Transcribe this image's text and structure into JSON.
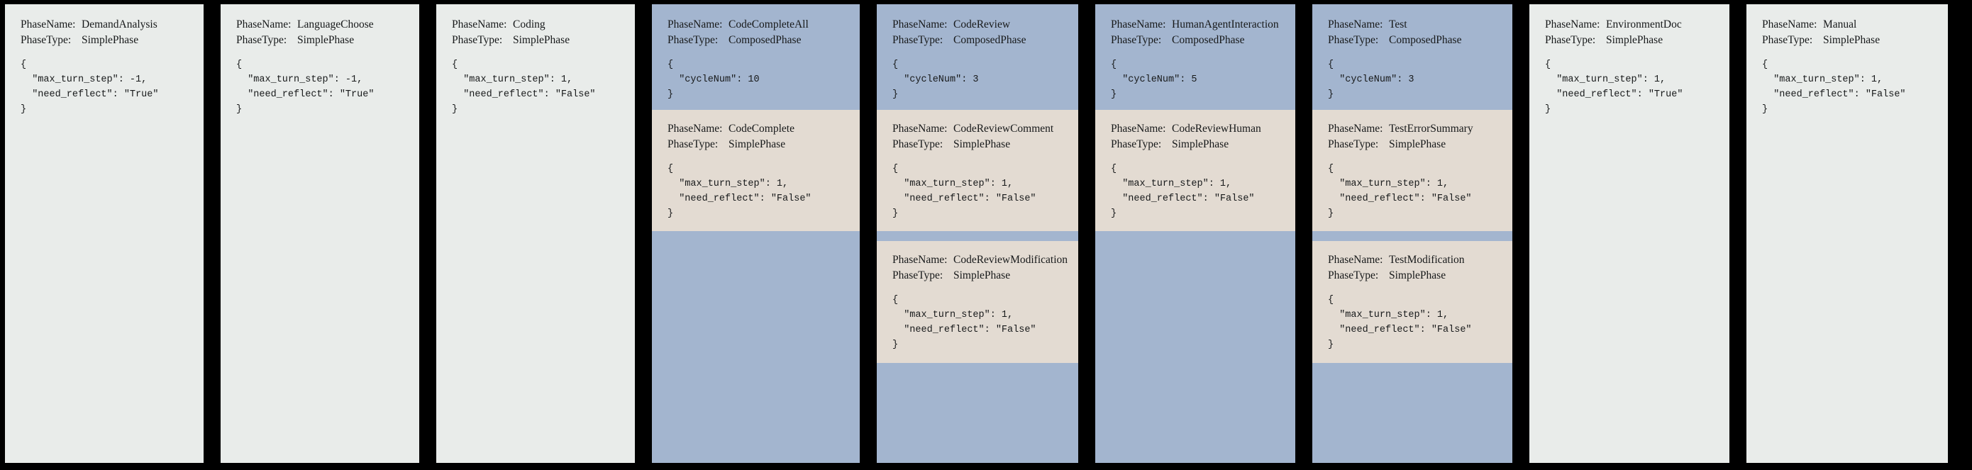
{
  "labels": {
    "phase_name": "PhaseName:",
    "phase_type": "PhaseType:"
  },
  "colors": {
    "background": "#000000",
    "simple_phase_bg": "#e9ecea",
    "composed_phase_bg": "#a3b5cf",
    "sub_phase_bg": "#e3dbd2",
    "text": "#17191a"
  },
  "columns": [
    {
      "phase_name": "DemandAnalysis",
      "phase_type": "SimplePhase",
      "config": "{\n  \"max_turn_step\": -1,\n  \"need_reflect\": \"True\"\n}",
      "sub_phases": []
    },
    {
      "phase_name": "LanguageChoose",
      "phase_type": "SimplePhase",
      "config": "{\n  \"max_turn_step\": -1,\n  \"need_reflect\": \"True\"\n}",
      "sub_phases": []
    },
    {
      "phase_name": "Coding",
      "phase_type": "SimplePhase",
      "config": "{\n  \"max_turn_step\": 1,\n  \"need_reflect\": \"False\"\n}",
      "sub_phases": []
    },
    {
      "phase_name": "CodeCompleteAll",
      "phase_type": "ComposedPhase",
      "config": "{\n  \"cycleNum\": 10\n}",
      "sub_phases": [
        {
          "phase_name": "CodeComplete",
          "phase_type": "SimplePhase",
          "config": "{\n  \"max_turn_step\": 1,\n  \"need_reflect\": \"False\"\n}"
        }
      ]
    },
    {
      "phase_name": "CodeReview",
      "phase_type": "ComposedPhase",
      "config": "{\n  \"cycleNum\": 3\n}",
      "sub_phases": [
        {
          "phase_name": "CodeReviewComment",
          "phase_type": "SimplePhase",
          "config": "{\n  \"max_turn_step\": 1,\n  \"need_reflect\": \"False\"\n}"
        },
        {
          "phase_name": "CodeReviewModification",
          "phase_type": "SimplePhase",
          "config": "{\n  \"max_turn_step\": 1,\n  \"need_reflect\": \"False\"\n}"
        }
      ]
    },
    {
      "phase_name": "HumanAgentInteraction",
      "phase_type": "ComposedPhase",
      "config": "{\n  \"cycleNum\": 5\n}",
      "sub_phases": [
        {
          "phase_name": "CodeReviewHuman",
          "phase_type": "SimplePhase",
          "config": "{\n  \"max_turn_step\": 1,\n  \"need_reflect\": \"False\"\n}"
        }
      ]
    },
    {
      "phase_name": "Test",
      "phase_type": "ComposedPhase",
      "config": "{\n  \"cycleNum\": 3\n}",
      "sub_phases": [
        {
          "phase_name": "TestErrorSummary",
          "phase_type": "SimplePhase",
          "config": "{\n  \"max_turn_step\": 1,\n  \"need_reflect\": \"False\"\n}"
        },
        {
          "phase_name": "TestModification",
          "phase_type": "SimplePhase",
          "config": "{\n  \"max_turn_step\": 1,\n  \"need_reflect\": \"False\"\n}"
        }
      ]
    },
    {
      "phase_name": "EnvironmentDoc",
      "phase_type": "SimplePhase",
      "config": "{\n  \"max_turn_step\": 1,\n  \"need_reflect\": \"True\"\n}",
      "sub_phases": []
    },
    {
      "phase_name": "Manual",
      "phase_type": "SimplePhase",
      "config": "{\n  \"max_turn_step\": 1,\n  \"need_reflect\": \"False\"\n}",
      "sub_phases": []
    }
  ]
}
